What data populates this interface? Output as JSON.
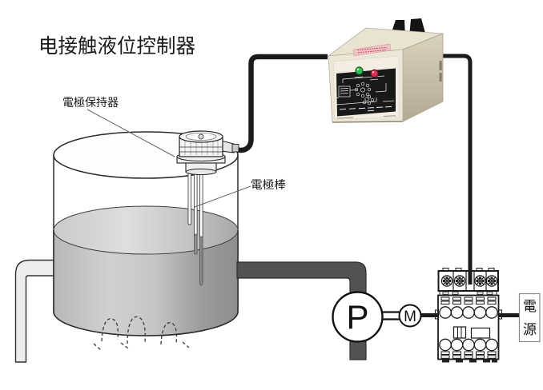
{
  "title": "电接触液位控制器",
  "labels": {
    "electrode_holder": "電極保持器",
    "electrode_rod": "電極棒",
    "pump": "P",
    "motor": "M",
    "power_top": "電",
    "power_bottom": "源"
  },
  "controller": {
    "green_led_color": "#2ec24a",
    "red_led_color": "#e03050",
    "body_color": "#ece6d6",
    "panel_color": "#191919"
  },
  "colors": {
    "cable": "#1b1b1b",
    "pipe_dark": "#515254",
    "pipe_light": "#ededed",
    "liquid_gray": "#c6c6c6",
    "top_label_pink": "#eec3c6"
  }
}
